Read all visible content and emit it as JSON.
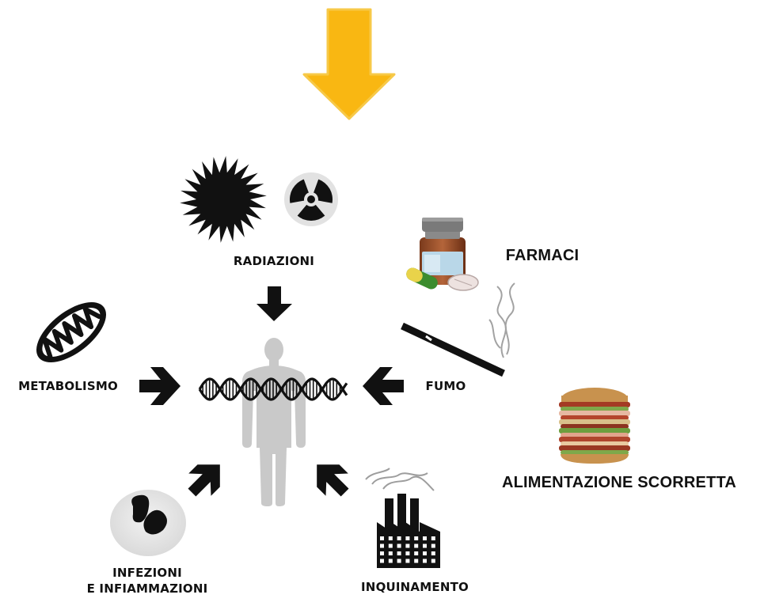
{
  "labels": {
    "radiazioni": "RADIAZIONI",
    "farmaci": "FARMACI",
    "metabolismo": "METABOLISMO",
    "fumo": "FUMO",
    "alimentazione": "ALIMENTAZIONE SCORRETTA",
    "infezioni_line1": "INFEZIONI",
    "infezioni_line2": "E INFIAMMAZIONI",
    "inquinamento": "INQUINAMENTO"
  },
  "icons": [
    "down-arrow-icon",
    "sun-icon",
    "radiation-icon",
    "medicine-bottle-icon",
    "mitochondrion-icon",
    "human-silhouette-icon",
    "dna-icon",
    "cigarette-icon",
    "burger-icon",
    "cell-icon",
    "factory-icon"
  ],
  "colors": {
    "top_arrow": "#F9B712",
    "top_arrow_edge": "#F7C948",
    "arrows": "#111111",
    "figure": "#C9C9C9",
    "cell": "#E4E4E4"
  }
}
